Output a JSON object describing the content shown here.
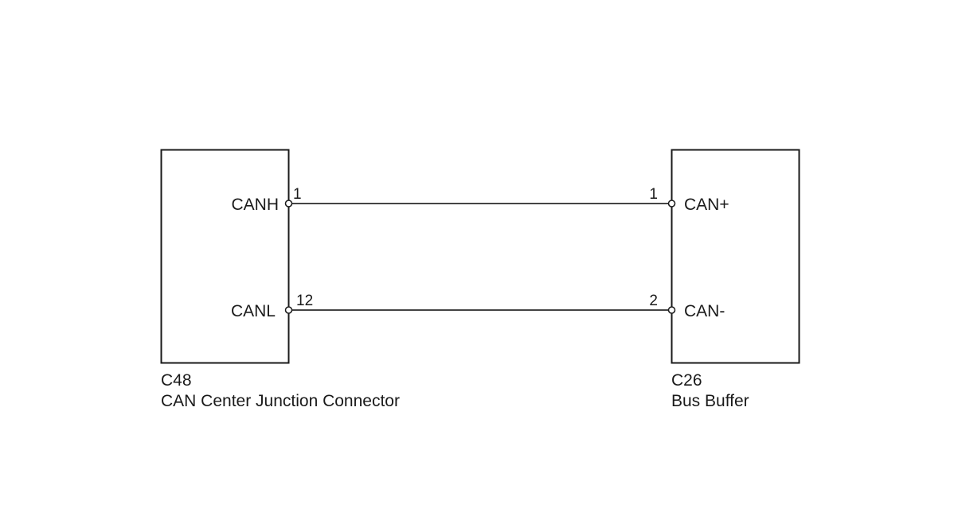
{
  "connectors": {
    "left": {
      "code": "C48",
      "name": "CAN Center Junction Connector",
      "terminals": [
        {
          "signal": "CANH",
          "pin": "1"
        },
        {
          "signal": "CANL",
          "pin": "12"
        }
      ]
    },
    "right": {
      "code": "C26",
      "name": "Bus Buffer",
      "terminals": [
        {
          "signal": "CAN+",
          "pin": "1"
        },
        {
          "signal": "CAN-",
          "pin": "2"
        }
      ]
    }
  },
  "colors": {
    "line": "#1a1a1a",
    "wire": "#444444",
    "background": "#ffffff"
  }
}
